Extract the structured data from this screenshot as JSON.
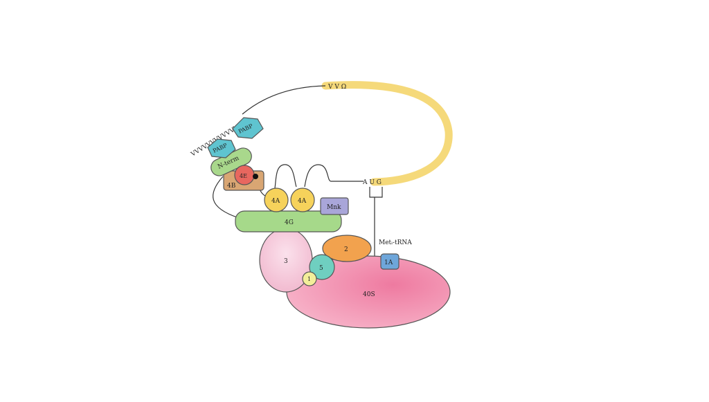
{
  "diagram": {
    "polyA_tail": "VVVVVVVVVVVV",
    "cap_end": "V V Ω",
    "start_codon": "A U G",
    "labels": {
      "pabp_1": "PABP",
      "pabp_2": "PABP",
      "n_term": "N-term",
      "eif4e": "4E",
      "eif4b": "4B",
      "eif4a_1": "4A",
      "eif4a_2": "4A",
      "mnk": "Mnk",
      "eif4g": "4G",
      "eif3": "3",
      "eif2": "2",
      "eif5": "5",
      "eif1": "1",
      "eif1a": "1A",
      "ribosome": "40S",
      "trna": "Metᵢ-tRNA"
    },
    "colors": {
      "mrna": "#f5d97a",
      "pabp": "#5fc4d0",
      "n_term": "#a9d88c",
      "eif4e": "#e8675f",
      "eif4b": "#d9a673",
      "eif4a": "#f6d25b",
      "mnk": "#a9a6d9",
      "eif4g": "#a6d98a",
      "eif3": "#f4c6d9",
      "eif2": "#f2a24e",
      "eif5": "#6fcfc0",
      "eif1": "#f3ee9a",
      "eif1a": "#6ea6da",
      "ribosome": "#ee7aa0"
    }
  }
}
